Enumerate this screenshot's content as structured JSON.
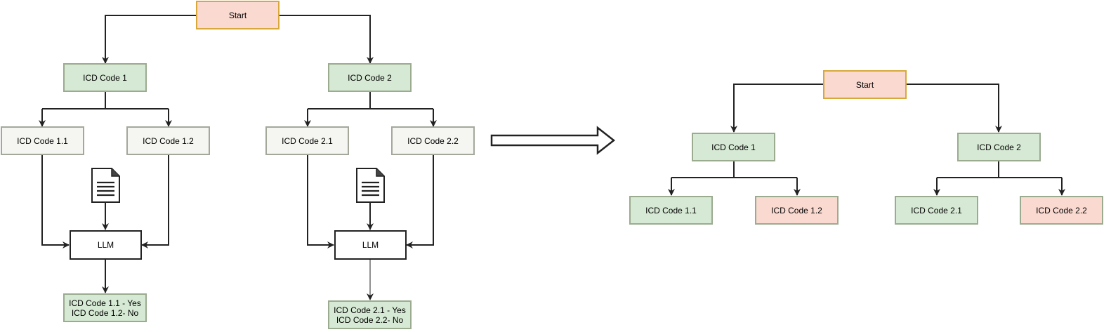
{
  "left_tree": {
    "start": "Start",
    "code1": "ICD Code 1",
    "code2": "ICD Code 2",
    "code1_1": "ICD Code 1.1",
    "code1_2": "ICD Code 1.2",
    "code2_1": "ICD Code 2.1",
    "code2_2": "ICD Code 2.2",
    "llm1": "LLM",
    "llm2": "LLM",
    "result1": [
      "ICD Code 1.1 - Yes",
      "ICD Code 1.2- No"
    ],
    "result2": [
      "ICD Code 2.1 - Yes",
      "ICD Code 2.2- No"
    ]
  },
  "right_tree": {
    "start": "Start",
    "code1": "ICD Code 1",
    "code2": "ICD Code 2",
    "code1_1": "ICD Code 1.1",
    "code1_2": "ICD Code 1.2",
    "code2_1": "ICD Code 2.1",
    "code2_2": "ICD Code 2.2"
  },
  "icons": [
    "document-icon",
    "document-icon",
    "right-arrow-icon"
  ],
  "colors": {
    "start_fill": "#fad9d0",
    "start_border": "#d8a93a",
    "selected_fill": "#d6e9d4",
    "rejected_fill": "#fad9d0",
    "candidate_fill": "#f5f5f1"
  }
}
